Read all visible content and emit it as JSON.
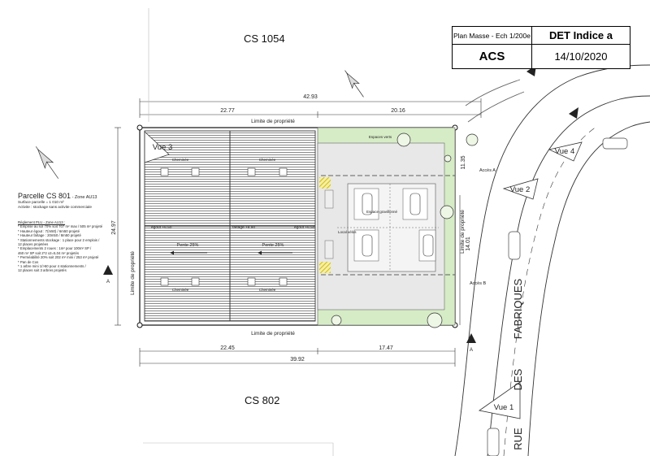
{
  "title_block": {
    "plan": "Plan Masse - Ech 1/200e",
    "indice": "DET Indice a",
    "company": "ACS",
    "date": "14/10/2020"
  },
  "parcels": {
    "north": "CS 1054",
    "south": "CS 802"
  },
  "parcel_info": {
    "title": "Parcelle CS 801",
    "zone": " - Zone AU13",
    "surface": "Surface parcelle = 1 010 m²",
    "activity": "Activite : stockage sans activite commerciale",
    "rules": [
      "Règlement PLU - Zone AU13 :",
      "* Emprise au sol 70% soit 707 m² max / 505 m² projeté",
      "* Hauteur égout : 7(m50) / 6m50 projeté",
      "* Hauteur faîtage : 20m50 / 8m50 projeté",
      "* Stationnements stockage : 1 place pour 2 emplois /",
      "  12 places projetées",
      "* Emplacements 2 roues : 1m² pour 100m² SP /",
      "  460 m² SP soit 2*2 x2=5,04 m² projetés",
      "* Perméabilité 20% soit 202 m² mini / 253 m² projeté",
      "* Pan de Cos",
      "* 1 arbre mini 1/>50 pour 4 stationnements /",
      "  12 places soit 3 arbres projetés"
    ]
  },
  "dimensions": {
    "top_total": "42.93",
    "top_left": "22.77",
    "top_right": "20.16",
    "bottom_left": "22.45",
    "bottom_right": "17.47",
    "bottom_total": "39.92",
    "left_height": "24.97",
    "right_height": "14.01",
    "right_small": "11.35"
  },
  "labels": {
    "limit_top": "Limite de propriété",
    "limit_bottom": "Limite de propriété",
    "limit_left": "Limite de propriété",
    "limit_right": "Limite de propriété",
    "vue1": "Vue 1",
    "vue2": "Vue 2",
    "vue3": "Vue 3",
    "vue4": "Vue 4",
    "section_a": "A",
    "egout_left": "égout +6.50",
    "faitage": "faîtage +8.90",
    "egout_right": "égout +6.50",
    "pente_left": "Pente 25%",
    "pente_right": "Pente 25%",
    "cheminee": "Cheminée",
    "acces_a": "Accès A",
    "acces_b": "Accès B",
    "street_rue": "RUE",
    "street_des": "DES",
    "street_fab": "FABRIQUES",
    "espaces_verts": "Espaces verts",
    "espace_gravillonne": "Espace gravillonné",
    "local_velos": "Local vélos"
  },
  "colors": {
    "green_zone": "#cde8c0",
    "paving": "#e6e6e6",
    "roof_stripe": "#9a9a9a",
    "hatch": "#e2d000"
  }
}
